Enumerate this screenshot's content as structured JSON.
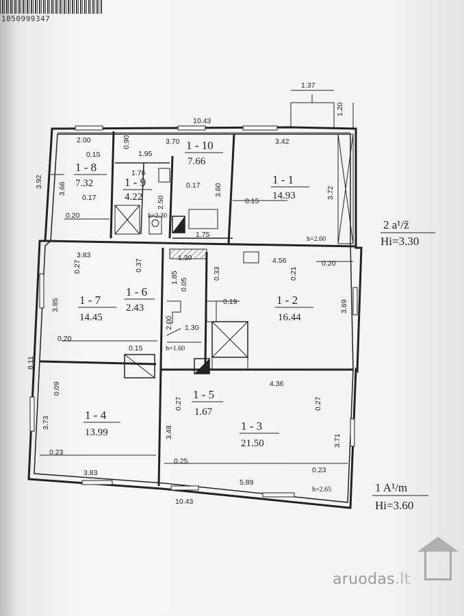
{
  "document_id": "1050999347",
  "floor_notes": {
    "upper_label": "2 a¹/ž",
    "upper_height": "Hi=3.30",
    "lower_label": "1 A¹/m",
    "lower_height": "Hi=3.60"
  },
  "rooms": [
    {
      "id": "1 - 1",
      "area": "14.93"
    },
    {
      "id": "1 - 2",
      "area": "16.44"
    },
    {
      "id": "1 - 3",
      "area": "21.50"
    },
    {
      "id": "1 - 4",
      "area": "13.99"
    },
    {
      "id": "1 - 5",
      "area": "1.67"
    },
    {
      "id": "1 - 6",
      "area": "2.43"
    },
    {
      "id": "1 - 7",
      "area": "14.45"
    },
    {
      "id": "1 - 8",
      "area": "7.32"
    },
    {
      "id": "1 - 9",
      "area": "4.22"
    },
    {
      "id": "1 - 10",
      "area": "7.66"
    }
  ],
  "dimensions": {
    "top_total": "10.43",
    "bottom_total": "10.43",
    "porch_width": "1.37",
    "porch_depth": "1.20",
    "left_total": "8.11",
    "r8_top": "2.00",
    "r8_wall": "0.15",
    "r8_left_ext": "3.92",
    "r8_side": "3.66",
    "r8_a": "0.17",
    "r8_b": "0.20",
    "r10_a": "0.90",
    "r10_b": "1.95",
    "r10_top": "3.70",
    "r10_side": "3.60",
    "r10_c": "0.17",
    "r10_bottom": "1.75",
    "r9_top": "1.76",
    "r9_side": "2.50",
    "r9_h": "h=2.30",
    "r1_top": "3.42",
    "r1_wall": "0.15",
    "r1_side": "3.72",
    "r1_h": "h=2.60",
    "r7_top": "3.83",
    "r7_a": "0.27",
    "r7_b": "0.37",
    "r7_side": "3.85",
    "r7_c": "0.20",
    "r7_d": "0.15",
    "r6_top": "1.30",
    "r6_a": "1.85",
    "r6_b": "0.05",
    "r6_c": "2.00",
    "r6_d": "1.30",
    "r6_h": "h=1.60",
    "r2_top": "4.56",
    "r2_a": "0.33",
    "r2_b": "0.21",
    "r2_c": "0.20",
    "r2_d": "0.19",
    "r2_side": "3.69",
    "r2_bottom": "4.36",
    "r4_a": "0.09",
    "r4_side": "3.73",
    "r4_b": "0.23",
    "r4_bottom": "3.83",
    "r5_a": "0.27",
    "r3_side": "3.48",
    "r3_a": "0.25",
    "r3_bottom": "5.89",
    "r3_b": "0.27",
    "r3_right": "3.71",
    "r3_c": "0.23",
    "r3_h": "h=2.65"
  },
  "watermark": {
    "name": "aruodas",
    "tld": ".lt"
  }
}
